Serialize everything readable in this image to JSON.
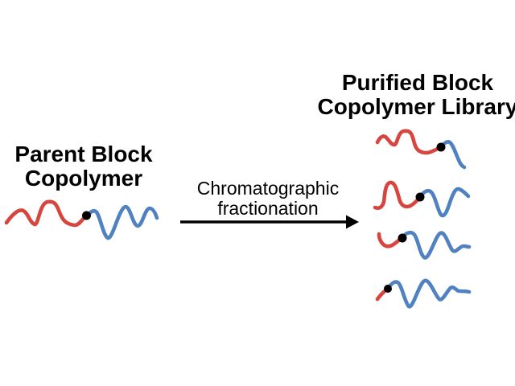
{
  "figure": {
    "parent_title": {
      "line1": "Parent Block",
      "line2": "Copolymer"
    },
    "process_label": {
      "line1": "Chromatographic",
      "line2": "fractionation"
    },
    "library_title": {
      "line1": "Purified Block",
      "line2": "Copolymer Library"
    },
    "colors": {
      "block_a_red": "#D8453E",
      "block_b_blue": "#5081C1",
      "junction_dot": "#000000",
      "arrow": "#000000",
      "background": "#FFFFFF",
      "text": "#000000"
    },
    "chains": [
      {
        "id": "parent-copolymer",
        "red_fraction": "50%",
        "blue_fraction": "50%"
      },
      {
        "id": "fraction-1",
        "red_fraction": "75%",
        "blue_fraction": "25%"
      },
      {
        "id": "fraction-2",
        "red_fraction": "50%",
        "blue_fraction": "50%"
      },
      {
        "id": "fraction-3",
        "red_fraction": "25%",
        "blue_fraction": "75%"
      },
      {
        "id": "fraction-4",
        "red_fraction": "10%",
        "blue_fraction": "90%"
      }
    ]
  }
}
